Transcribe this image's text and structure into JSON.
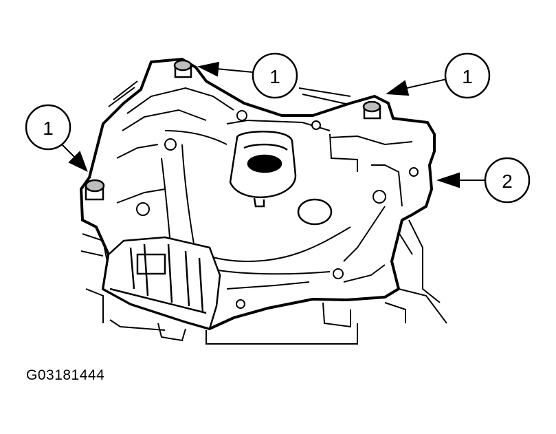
{
  "figure_id": "G03181444",
  "callouts": [
    {
      "label": "1",
      "target": "upper bolt"
    },
    {
      "label": "1",
      "target": "upper right bolt"
    },
    {
      "label": "1",
      "target": "left bolt"
    },
    {
      "label": "2",
      "target": "housing cover"
    }
  ],
  "colors": {
    "line": "#000000",
    "background": "#ffffff",
    "shade": "#e6e6e6"
  }
}
